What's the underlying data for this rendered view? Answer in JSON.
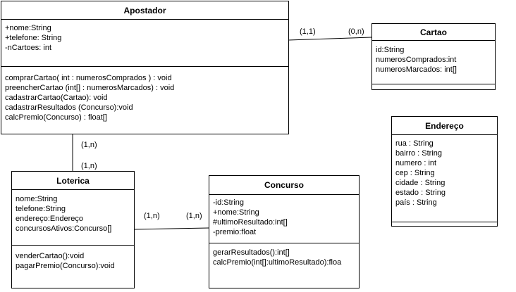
{
  "classes": {
    "apostador": {
      "name": "Apostador",
      "attributes": [
        "+nome:String",
        "+telefone: String",
        "-nCartoes: int"
      ],
      "methods": [
        "comprarCartao( int : numerosComprados ) : void",
        "preencherCartao (int[] : numerosMarcados) : void",
        "cadastrarCartao(Cartao): void",
        "cadastrarResultados (Concurso):void",
        "calcPremio(Concurso) : float[]"
      ]
    },
    "cartao": {
      "name": "Cartao",
      "attributes": [
        "id:String",
        "numerosComprados:int",
        "numerosMarcados: int[]"
      ],
      "methods": []
    },
    "endereco": {
      "name": "Endereço",
      "attributes": [
        "rua : String",
        "bairro : String",
        "numero : int",
        "cep : String",
        "cidade : String",
        "estado : String",
        "país : String"
      ],
      "methods": []
    },
    "loterica": {
      "name": "Loterica",
      "attributes": [
        "nome:String",
        "telefone:String",
        "endereço:Endereço",
        "concursosAtivos:Concurso[]"
      ],
      "methods": [
        "venderCartao():void",
        "pagarPremio(Concurso):void"
      ]
    },
    "concurso": {
      "name": "Concurso",
      "attributes": [
        "-id:String",
        "+nome:String",
        "#ultimoResultado:int[]",
        "-premio:float"
      ],
      "methods": [
        "gerarResultados():int[]",
        "calcPremio(int[]:ultimoResultado):floa"
      ]
    }
  },
  "associations": {
    "apostador_cartao": {
      "source_mult": "(1,1)",
      "target_mult": "(0,n)"
    },
    "apostador_loterica": {
      "source_mult": "(1,n)",
      "target_mult": "(1,n)"
    },
    "loterica_concurso": {
      "source_mult": "(1,n)",
      "target_mult": "(1,n)"
    }
  }
}
